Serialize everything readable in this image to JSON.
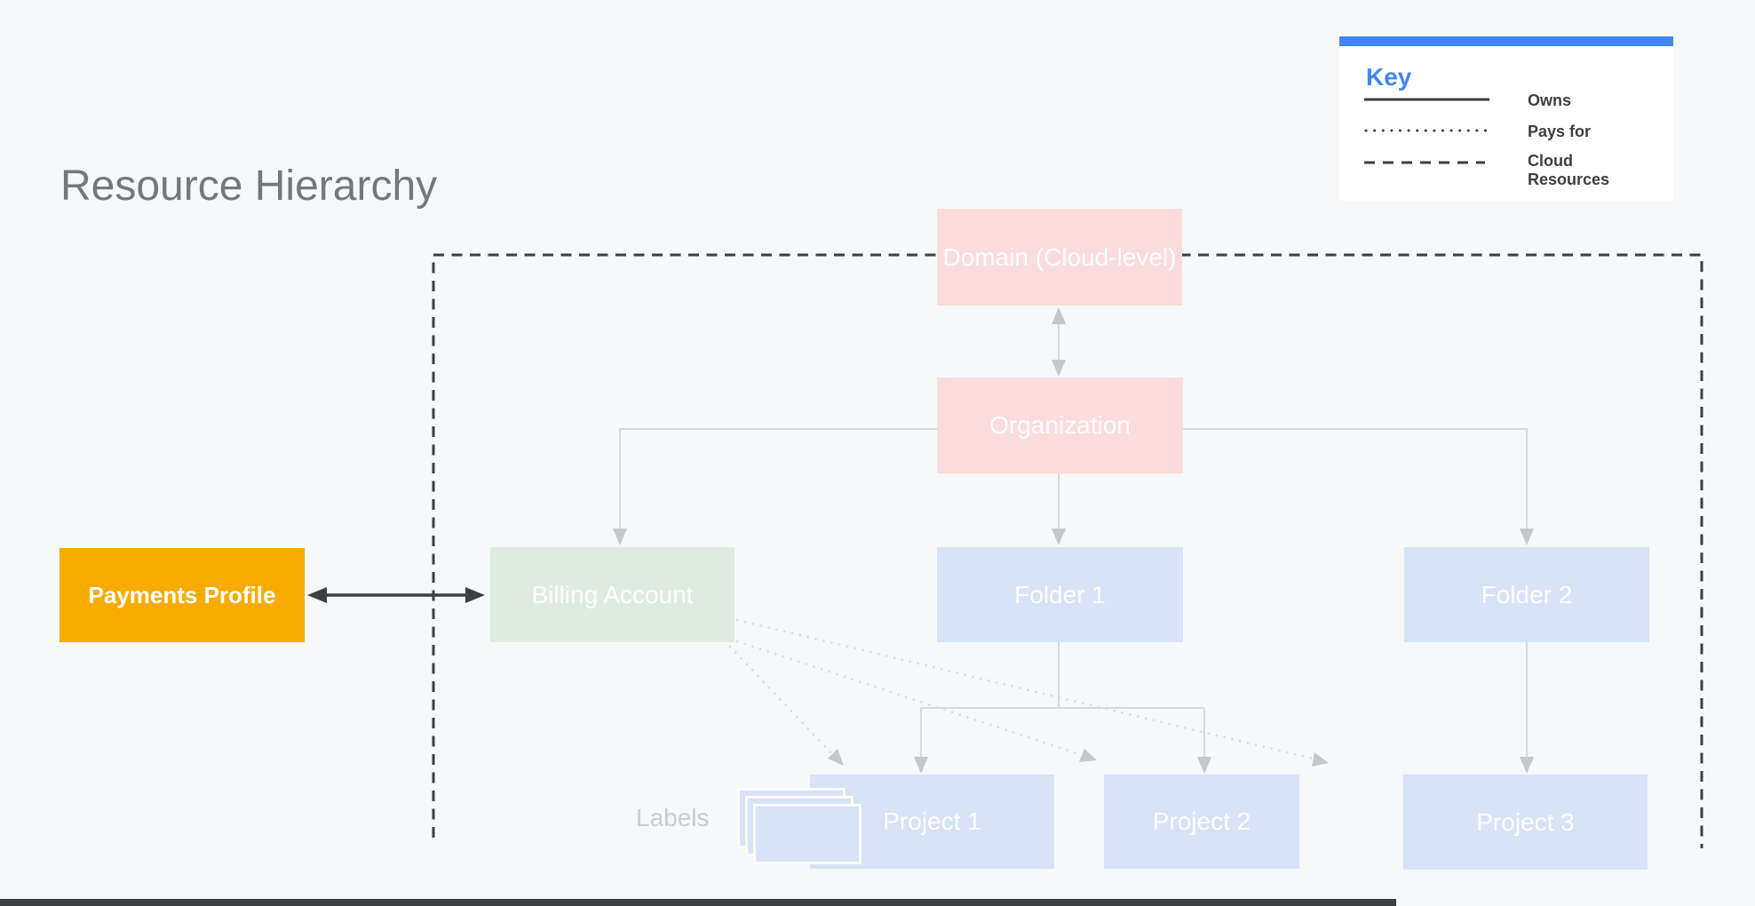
{
  "title": "Resource Hierarchy",
  "legend": {
    "title": "Key",
    "items": [
      {
        "line_style": "solid",
        "label": "Owns"
      },
      {
        "line_style": "dotted",
        "label": "Pays for"
      },
      {
        "line_style": "dashed",
        "label": "Cloud Resources"
      }
    ]
  },
  "nodes": {
    "domain": "Domain (Cloud-level)",
    "organization": "Organization",
    "billing_account": "Billing Account",
    "folder_1": "Folder 1",
    "folder_2": "Folder 2",
    "project_1": "Project 1",
    "project_2": "Project 2",
    "project_3": "Project 3",
    "payments_profile": "Payments Profile",
    "labels_caption": "Labels"
  },
  "colors": {
    "background": "#F6F8FA",
    "domain_org_pink": "#FADDDC",
    "billing_green": "#DFECE1",
    "cloud_blue": "#D8E3F8",
    "payments_yellow": "#F9AB00",
    "accent_blue": "#4285F4",
    "dark_line": "#3C4043",
    "light_line": "#D7D9DC",
    "title_gray": "#76777B"
  }
}
